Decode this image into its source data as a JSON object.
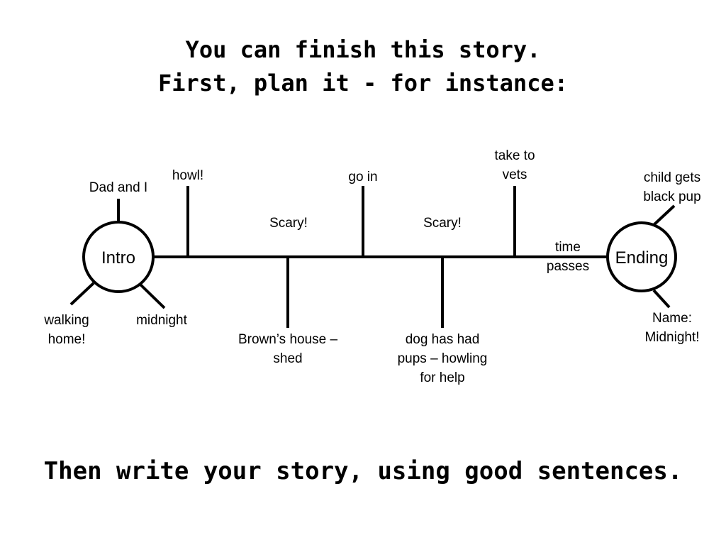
{
  "title_line1": "You can finish this story.",
  "title_line2": "First, plan it - for instance:",
  "footer": "Then write your story, using good sentences.",
  "intro": {
    "label": "Intro",
    "top_branch": "Dad and I",
    "lower_left_branch": [
      "walking",
      "home!"
    ],
    "lower_right_branch": "midnight"
  },
  "ending": {
    "label": "Ending",
    "upper_branch": [
      "child gets",
      "black pup"
    ],
    "lower_branch": [
      "Name:",
      "Midnight!"
    ]
  },
  "timeline": {
    "above": [
      {
        "label": "howl!"
      },
      {
        "label": "go in"
      },
      {
        "label": [
          "take to",
          "vets"
        ]
      }
    ],
    "below": [
      {
        "label": [
          "Brown’s house –",
          "shed"
        ]
      },
      {
        "label": [
          "dog has had",
          "pups – howling",
          "for help"
        ]
      }
    ],
    "notes": [
      {
        "label": "Scary!"
      },
      {
        "label": "Scary!"
      },
      {
        "label": [
          "time",
          "passes"
        ]
      }
    ]
  }
}
